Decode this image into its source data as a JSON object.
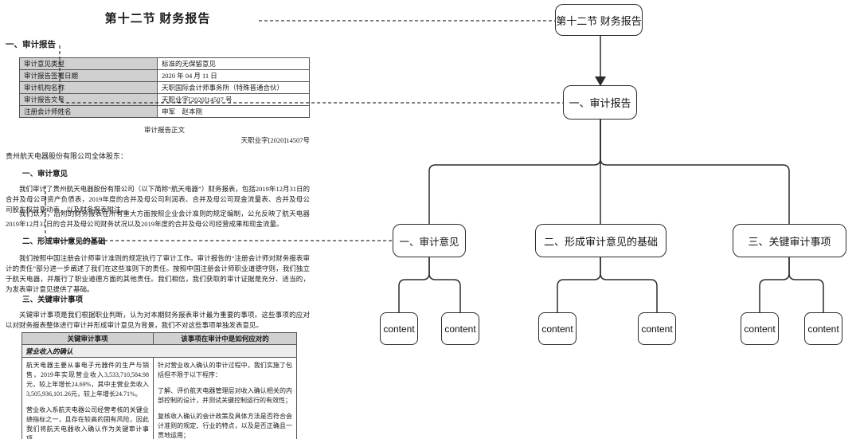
{
  "document": {
    "title": "第十二节 财务报告",
    "section_heading": "一、审计报告",
    "info_table": {
      "rows": [
        {
          "label": "审计意见类型",
          "value": "标准的无保留意见"
        },
        {
          "label": "审计报告签署日期",
          "value": "2020 年 04 月 11 日"
        },
        {
          "label": "审计机构名称",
          "value": "天职国际会计师事务所（特殊普通合伙）"
        },
        {
          "label": "审计报告文号",
          "value": "天职业字[2020]14507 号"
        },
        {
          "label": "注册会计师姓名",
          "value": "申军　赵本刚"
        }
      ]
    },
    "report_body_caption": "审计报告正文",
    "report_number": "天职业字[2020]14507号",
    "salutation": "贵州航天电器股份有限公司全体股东：",
    "sections": [
      {
        "heading": "一、审计意见",
        "paragraphs": [
          "我们审计了贵州航天电器股份有限公司（以下简称“航天电器”）财务报表，包括2019年12月31日的合并及母公司资产负债表，2019年度的合并及母公司利润表、合并及母公司现金流量表、合并及母公司股东权益变动表，以及财务报表附注。",
          "我们认为，后附的财务报表在所有重大方面按照企业会计准则的规定编制，公允反映了航天电器2019年12月31日的合并及母公司财务状况以及2019年度的合并及母公司经营成果和现金流量。"
        ]
      },
      {
        "heading": "二、形成审计意见的基础",
        "paragraphs": [
          "我们按照中国注册会计师审计准则的规定执行了审计工作。审计报告的“注册会计师对财务报表审计的责任”部分进一步阐述了我们在这些准则下的责任。按照中国注册会计师职业道德守则，我们独立于航天电器，并履行了职业道德方面的其他责任。我们相信，我们获取的审计证据是充分、适当的，为发表审计意见提供了基础。"
        ]
      },
      {
        "heading": "三、关键审计事项",
        "paragraphs": [
          "关键审计事项是我们根据职业判断，认为对本期财务报表审计最为重要的事项。这些事项的应对以对财务报表整体进行审计并形成审计意见为背景，我们不对这些事项单独发表意见。"
        ]
      }
    ],
    "kam_table": {
      "headers": [
        "关键审计事项",
        "该事项在审计中是如何应对的"
      ],
      "subheader": "营业收入的确认",
      "left_paragraphs": [
        "航天电器主要从事电子元器件的生产与销售，2019年实现营业收入3,533,710,584.98元，较上年增长24.69%，其中主营业务收入3,505,936,101.26元，较上年增长24.71%。",
        "营业收入系航天电器公司经营考核的关键业绩指标之一，且存在较高的固有风险，因此我们将航天电器收入确认作为关键审计事项。"
      ],
      "right_paragraphs": [
        "针对营业收入确认的审计过程中，我们实施了包括但不限于以下程序：",
        "了解、评价航天电器管理层对收入确认相关的内部控制的设计，并测试关键控制运行的有效性；",
        "复核收入确认的会计政策及具体方法是否符合会计准则的规定、行业的特点，以及是否正确且一贯地运用；"
      ]
    }
  },
  "diagram": {
    "root": {
      "label": "第十二节 财务报告"
    },
    "level2": {
      "label": "一、审计报告"
    },
    "level3": [
      {
        "label": "一、审计意见"
      },
      {
        "label": "二、形成审计意见的基础"
      },
      {
        "label": "三、关键审计事项"
      }
    ],
    "content_nodes": [
      "content",
      "content",
      "content",
      "content",
      "content",
      "content"
    ],
    "colors": {
      "line": "#2b2b2b",
      "node_border": "#2b2b2b",
      "table_header_bg": "#d0d0d0"
    }
  }
}
